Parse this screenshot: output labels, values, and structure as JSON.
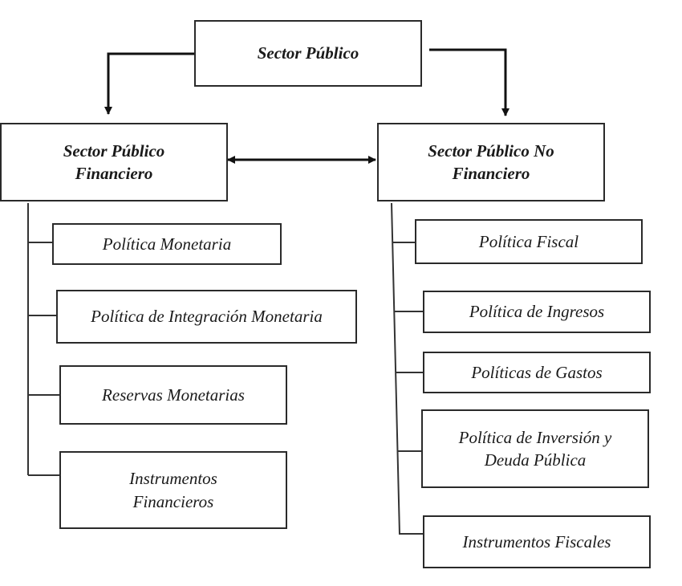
{
  "diagram": {
    "root": {
      "label": "Sector Público"
    },
    "left": {
      "label": "Sector Público Financiero",
      "items": [
        "Política Monetaria",
        "Política de Integración Monetaria",
        "Reservas Monetarias",
        "Instrumentos Financieros"
      ]
    },
    "right": {
      "label": "Sector Público No Financiero",
      "items": [
        "Política Fiscal",
        "Política de Ingresos",
        "Políticas de Gastos",
        "Política de Inversión y Deuda Pública",
        "Instrumentos Fiscales"
      ]
    },
    "colors": {
      "line": "#111111",
      "border": "#2a2a2a",
      "background": "#ffffff"
    }
  }
}
